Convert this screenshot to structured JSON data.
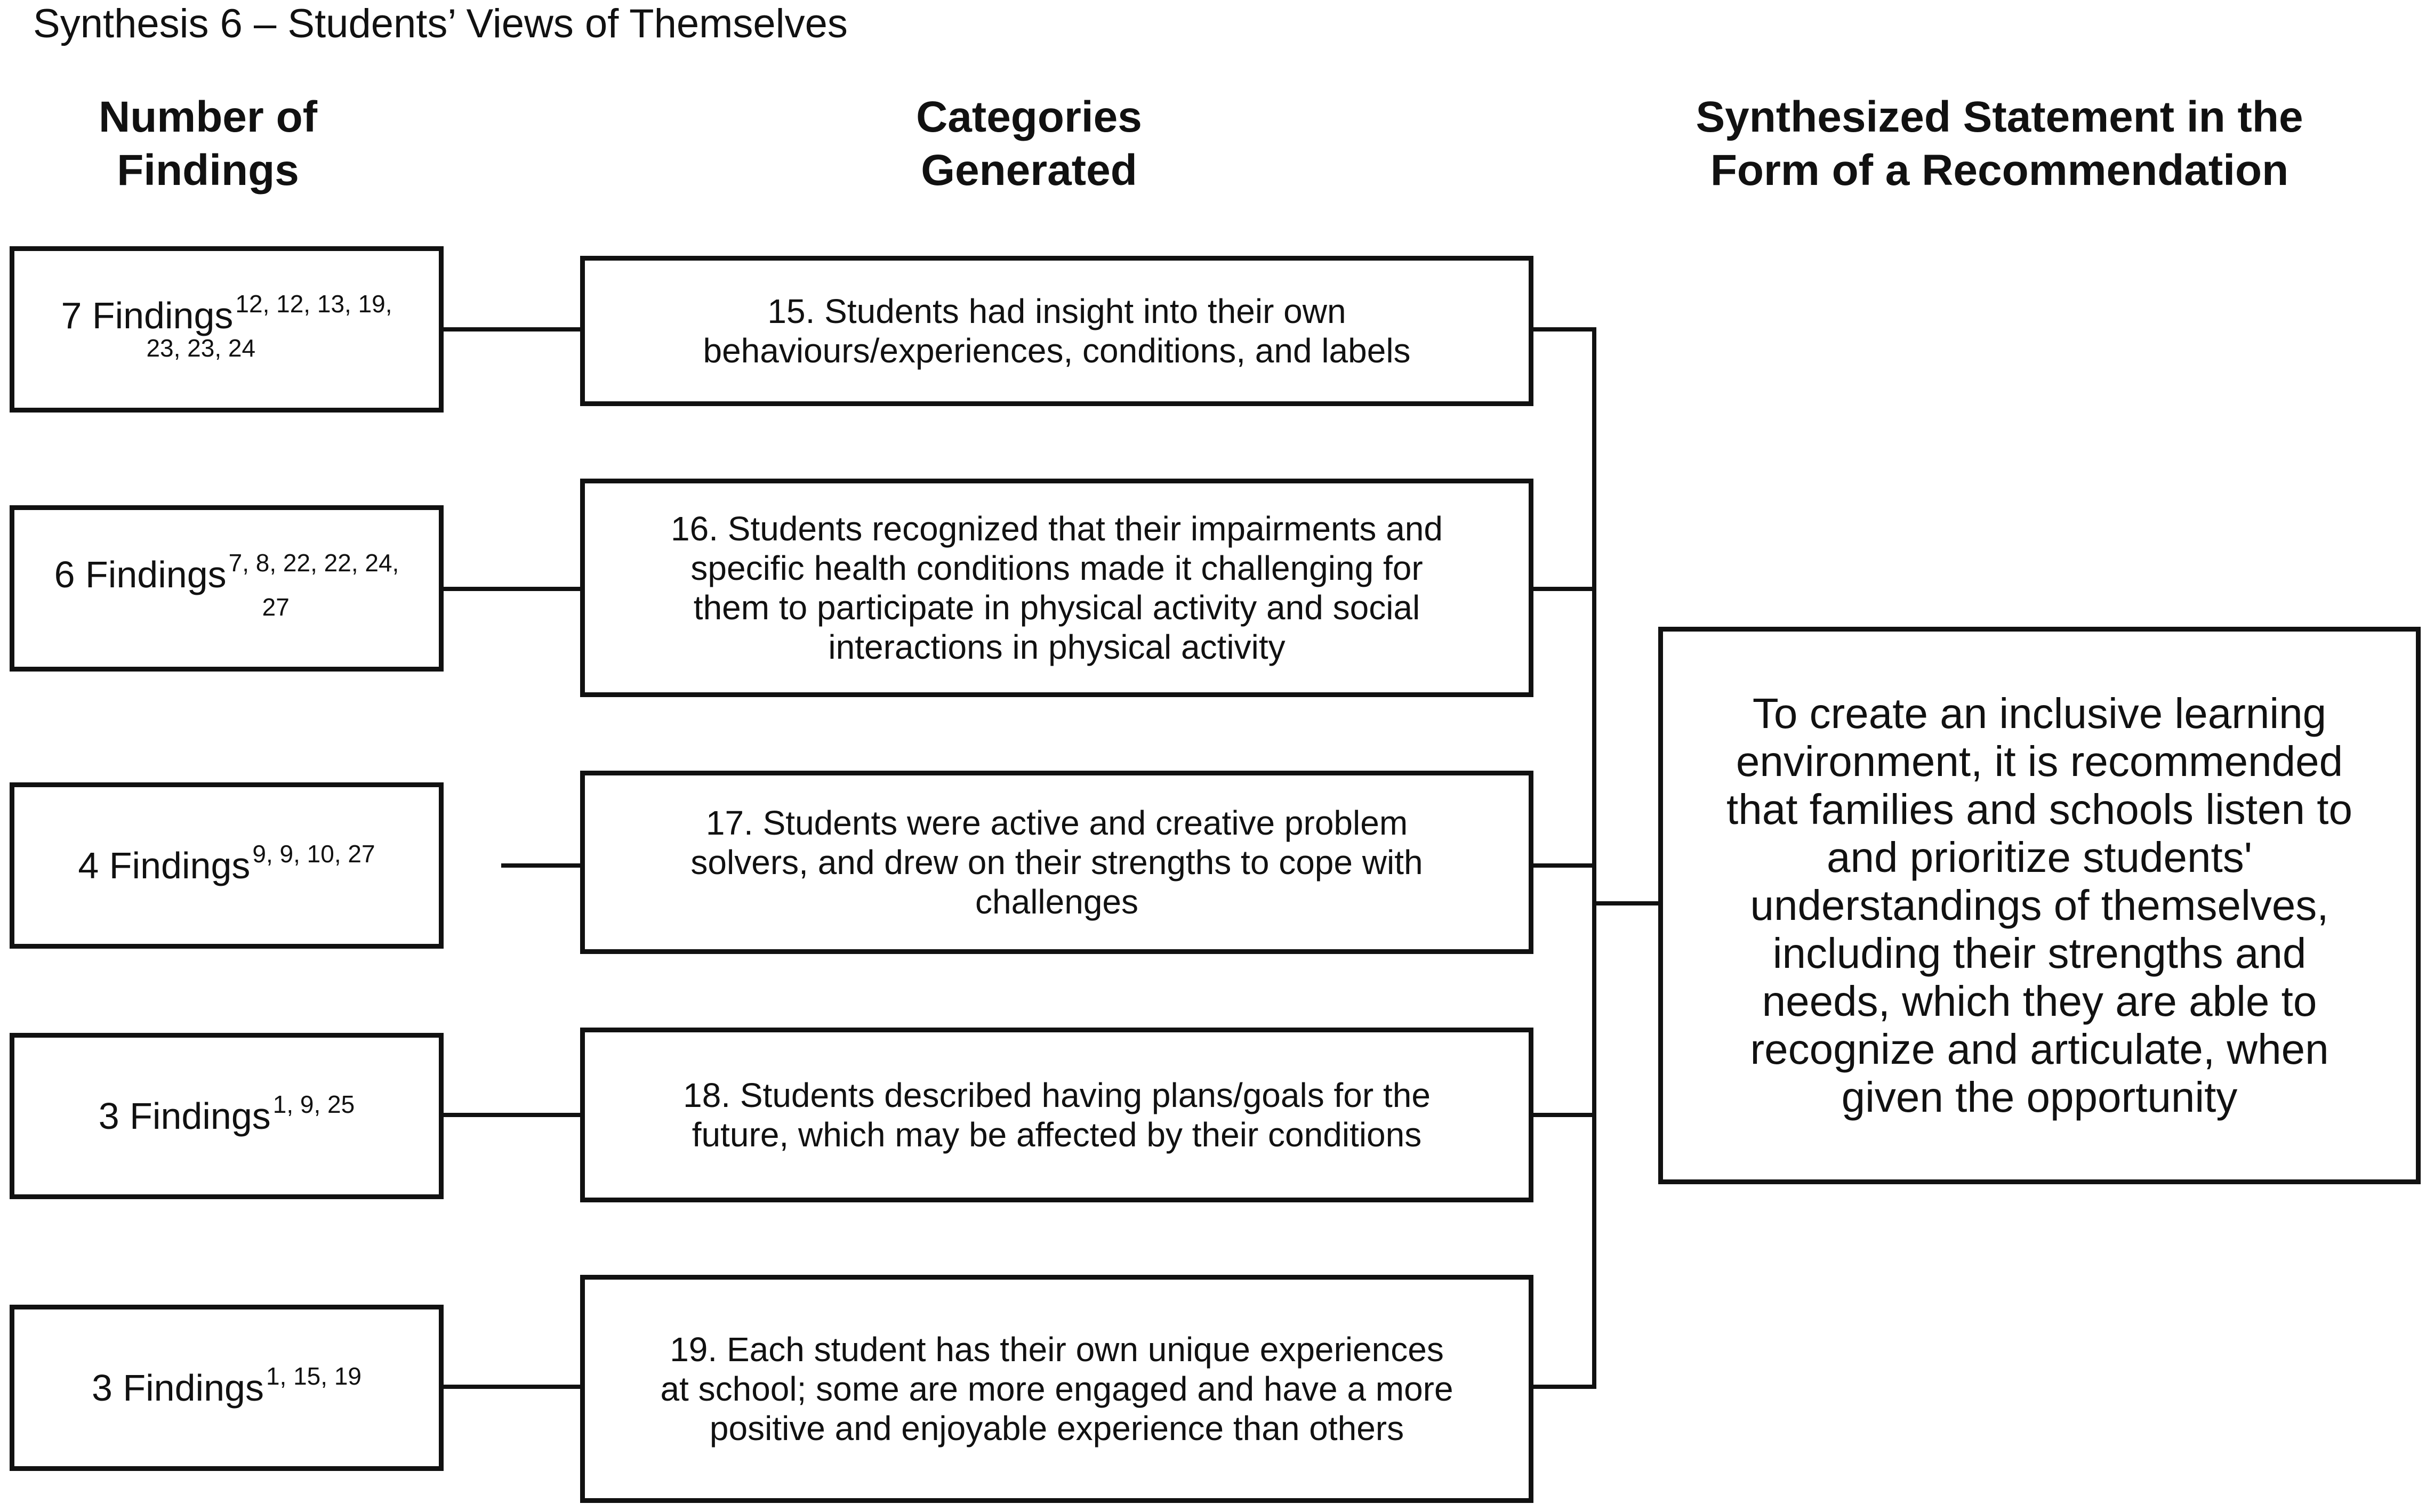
{
  "title": "Synthesis 6 – Students’ Views of Themselves",
  "headers": {
    "findings": [
      "Number of",
      "Findings"
    ],
    "categories": [
      "Categories",
      "Generated"
    ],
    "statement": [
      "Synthesized Statement in the",
      "Form of a Recommendation"
    ]
  },
  "findings": [
    {
      "label": "7 Findings",
      "refs": "12, 12, 13, 19,",
      "refs_cont": "23, 23, 24"
    },
    {
      "label": "6 Findings",
      "refs": "7, 8, 22, 22, 24,",
      "refs_cont": "27"
    },
    {
      "label": "4 Findings",
      "refs": "9, 9, 10, 27",
      "refs_cont": ""
    },
    {
      "label": "3 Findings",
      "refs": "1, 9, 25",
      "refs_cont": ""
    },
    {
      "label": "3 Findings",
      "refs": "1, 15, 19",
      "refs_cont": ""
    }
  ],
  "categories": [
    {
      "lines": [
        "15. Students had insight into their own",
        "behaviours/experiences, conditions, and labels"
      ]
    },
    {
      "lines": [
        "16. Students recognized that their impairments and",
        "specific health conditions made it challenging for",
        "them to participate in physical activity and social",
        "interactions in physical activity"
      ]
    },
    {
      "lines": [
        "17. Students were active and creative problem",
        "solvers, and drew on their strengths to cope with",
        "challenges"
      ]
    },
    {
      "lines": [
        "18. Students described having plans/goals for the",
        "future, which may be affected by their conditions"
      ]
    },
    {
      "lines": [
        "19. Each student has their own unique experiences",
        "at school; some are more engaged and have a more",
        "positive and enjoyable experience than others"
      ]
    }
  ],
  "recommendation": {
    "lines": [
      "To create an inclusive learning",
      "environment, it is recommended",
      "that families and schools listen to",
      "and prioritize students'",
      "understandings of themselves,",
      "including their strengths and",
      "needs, which they are able to",
      "recognize and articulate, when",
      "given the opportunity"
    ]
  }
}
